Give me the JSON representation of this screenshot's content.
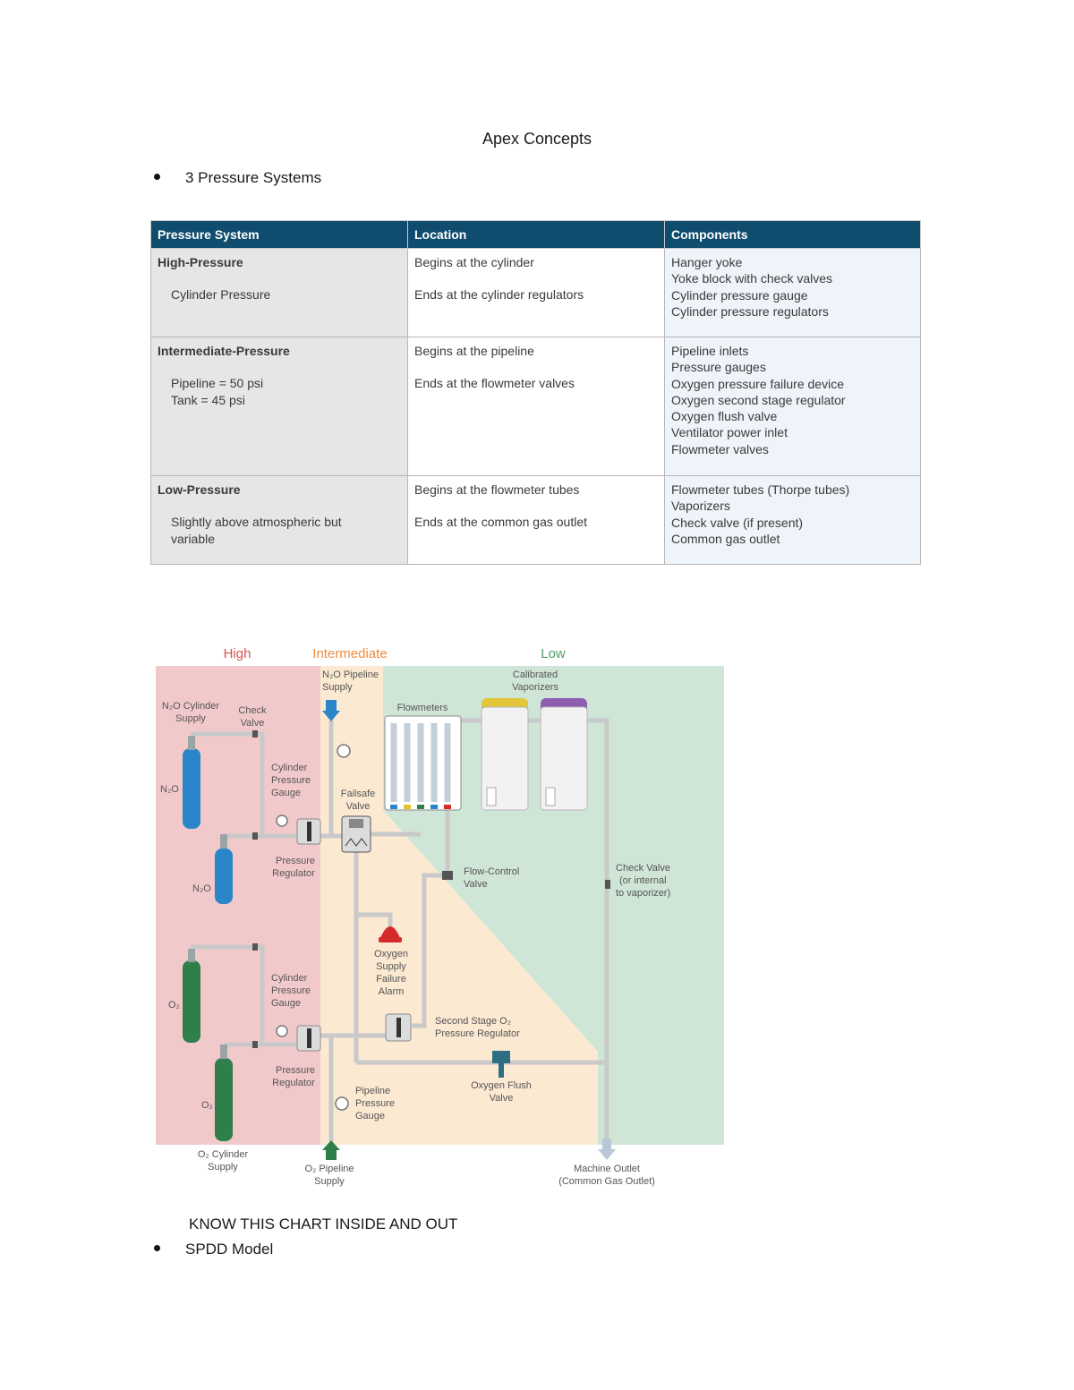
{
  "document": {
    "title": "Apex Concepts",
    "bullet1": "3 Pressure Systems",
    "note": "KNOW THIS CHART INSIDE AND OUT",
    "bullet2": "SPDD Model"
  },
  "table": {
    "headers": [
      "Pressure System",
      "Location",
      "Components"
    ],
    "rows": [
      {
        "system": "High-Pressure",
        "detail": [
          "Cylinder Pressure"
        ],
        "location_begin": "Begins at the cylinder",
        "location_end": "Ends at the cylinder regulators",
        "components": [
          "Hanger yoke",
          "Yoke block with check valves",
          "Cylinder pressure gauge",
          "Cylinder pressure regulators"
        ]
      },
      {
        "system": "Intermediate-Pressure",
        "detail": [
          "Pipeline = 50 psi",
          "Tank = 45 psi"
        ],
        "location_begin": "Begins at the pipeline",
        "location_end": "Ends at the flowmeter valves",
        "components": [
          "Pipeline inlets",
          "Pressure gauges",
          "Oxygen pressure failure device",
          "Oxygen second stage regulator",
          "Oxygen flush valve",
          "Ventilator power inlet",
          "Flowmeter valves"
        ]
      },
      {
        "system": "Low-Pressure",
        "detail": [
          "Slightly above atmospheric but",
          "variable"
        ],
        "location_begin": "Begins at the flowmeter tubes",
        "location_end": "Ends at the common gas outlet",
        "components": [
          "Flowmeter tubes (Thorpe tubes)",
          "Vaporizers",
          "Check valve (if present)",
          "Common gas outlet"
        ]
      }
    ]
  },
  "diagram": {
    "zone_high": "High",
    "zone_intermediate": "Intermediate",
    "zone_low": "Low",
    "colors": {
      "high_zone": "#f2c9cb",
      "intermediate_zone": "#fbe9d2",
      "low_zone": "#cfe6d7",
      "high_label": "#d9534f",
      "intermediate_label": "#ef8a3c",
      "low_label": "#4f9a67",
      "n2o_cylinder": "#2a86c8",
      "o2_cylinder": "#2f7f4a",
      "pipe": "#c9c9c9",
      "alarm": "#d42a2a",
      "header": "#0f4c6e"
    },
    "n2o_pipeline_supply": [
      "N₂O Pipeline",
      "Supply"
    ],
    "n2o_cylinder_supply": [
      "N₂O Cylinder",
      "Supply"
    ],
    "check_valve": [
      "Check",
      "Valve"
    ],
    "n2o_label": "N₂O",
    "n2o_label_2": "N₂O",
    "o2_label": "O₂",
    "o2_label_2": "O₂",
    "cyl_gauge_top": [
      "Cylinder",
      "Pressure",
      "Gauge"
    ],
    "cyl_gauge_bottom": [
      "Cylinder",
      "Pressure",
      "Gauge"
    ],
    "failsafe_valve": [
      "Failsafe",
      "Valve"
    ],
    "pressure_regulator_top": [
      "Pressure",
      "Regulator"
    ],
    "pressure_regulator_bottom": [
      "Pressure",
      "Regulator"
    ],
    "flowmeters": "Flowmeters",
    "calibrated_vaporizers": [
      "Calibrated",
      "Vaporizers"
    ],
    "flow_control_valve": [
      "Flow-Control",
      "Valve"
    ],
    "check_valve_right": [
      "Check Valve",
      "(or internal",
      "to vaporizer)"
    ],
    "oxygen_alarm": [
      "Oxygen",
      "Supply",
      "Failure",
      "Alarm"
    ],
    "second_stage": [
      "Second Stage O₂",
      "Pressure Regulator"
    ],
    "oxygen_flush": [
      "Oxygen Flush",
      "Valve"
    ],
    "pipeline_gauge": [
      "Pipeline",
      "Pressure",
      "Gauge"
    ],
    "o2_cylinder_supply": [
      "O₂ Cylinder",
      "Supply"
    ],
    "o2_pipeline_supply": [
      "O₂ Pipeline",
      "Supply"
    ],
    "machine_outlet": [
      "Machine Outlet",
      "(Common Gas Outlet)"
    ]
  }
}
